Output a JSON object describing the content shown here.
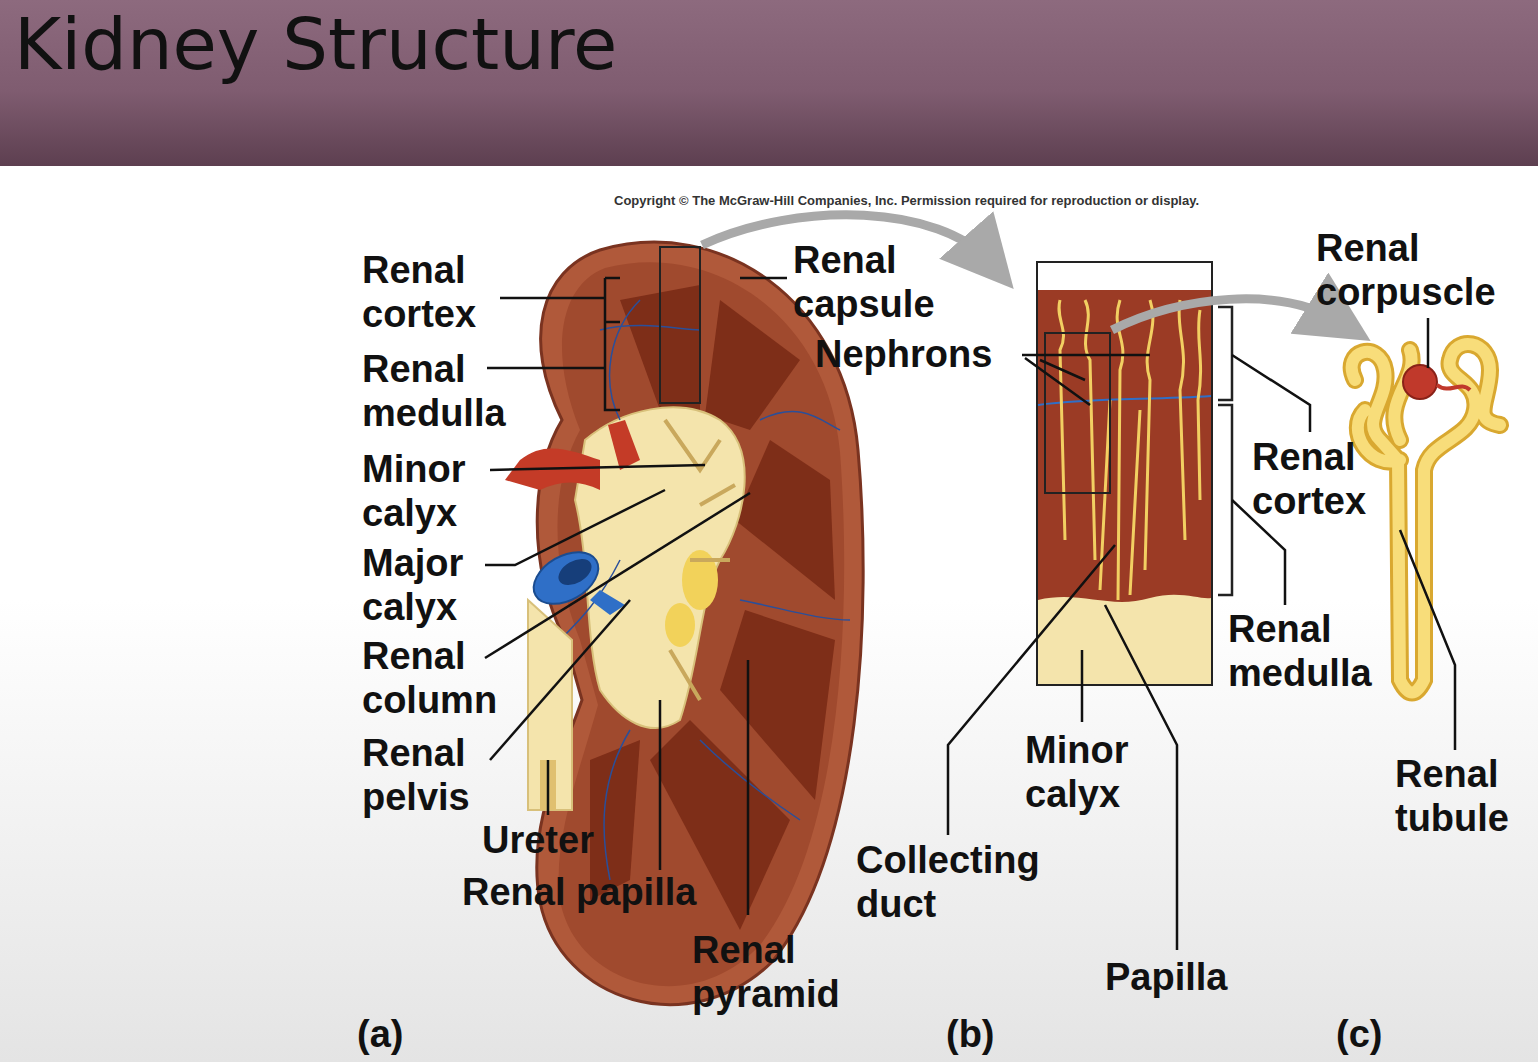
{
  "diagram": {
    "title": "Kidney Structure",
    "labels": [
      "Copyright © The McGraw-Hill Companies, Inc. Permission required for reproduction or display.",
      "Renal cortex",
      "Renal medulla",
      "Minor calyx",
      "Major calyx",
      "Renal column",
      "Renal pelvis",
      "Ureter",
      "Renal papilla",
      "Renal pyramid",
      "Renal capsule",
      "Nephrons",
      "Renal cortex",
      "Renal medulla",
      "Minor calyx",
      "Collecting duct",
      "Papilla",
      "Renal corpuscle",
      "Renal tubule",
      "(a)",
      "(b)",
      "(c)"
    ]
  }
}
